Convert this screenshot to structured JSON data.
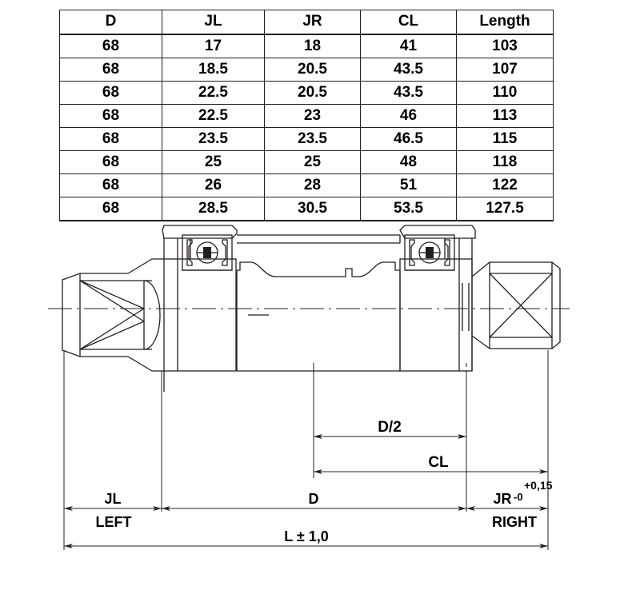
{
  "table": {
    "headers": [
      "D",
      "JL",
      "JR",
      "CL",
      "Length"
    ],
    "rows": [
      [
        "68",
        "17",
        "18",
        "41",
        "103"
      ],
      [
        "68",
        "18.5",
        "20.5",
        "43.5",
        "107"
      ],
      [
        "68",
        "22.5",
        "20.5",
        "43.5",
        "110"
      ],
      [
        "68",
        "22.5",
        "23",
        "46",
        "113"
      ],
      [
        "68",
        "23.5",
        "23.5",
        "46.5",
        "115"
      ],
      [
        "68",
        "25",
        "25",
        "48",
        "118"
      ],
      [
        "68",
        "26",
        "28",
        "51",
        "122"
      ],
      [
        "68",
        "28.5",
        "30.5",
        "53.5",
        "127.5"
      ]
    ]
  },
  "drawing": {
    "dimensions": {
      "d_half": "D/2",
      "cl": "CL",
      "jl": "JL",
      "d": "D",
      "jr": "JR",
      "jr_tol_upper": "+0,15",
      "jr_tol_lower": "-0",
      "left": "LEFT",
      "right": "RIGHT",
      "total_length": "L ± 1,0"
    }
  },
  "colors": {
    "line": "#231f20",
    "background": "#ffffff",
    "text": "#000000"
  }
}
